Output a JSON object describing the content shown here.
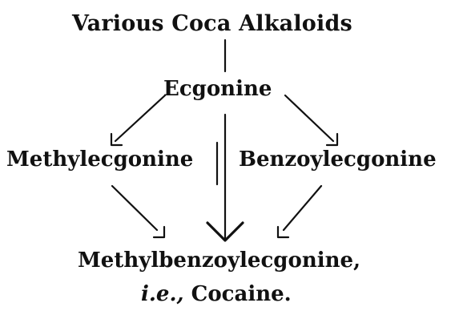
{
  "diagram": {
    "nodes": {
      "source": "Various Coca Alkaloids",
      "intermediate": "Ecgonine",
      "left_branch": "Methylecgonine",
      "right_branch": "Benzoylecgonine",
      "product": "Methylbenzoylecgonine,",
      "product_alias_prefix": "i.e.,",
      "product_alias": "Cocaine."
    },
    "edges": [
      {
        "from": "source",
        "to": "intermediate"
      },
      {
        "from": "intermediate",
        "to": "left_branch"
      },
      {
        "from": "intermediate",
        "to": "right_branch"
      },
      {
        "from": "intermediate",
        "to": "product"
      },
      {
        "from": "left_branch",
        "to": "product"
      },
      {
        "from": "right_branch",
        "to": "product"
      }
    ]
  }
}
